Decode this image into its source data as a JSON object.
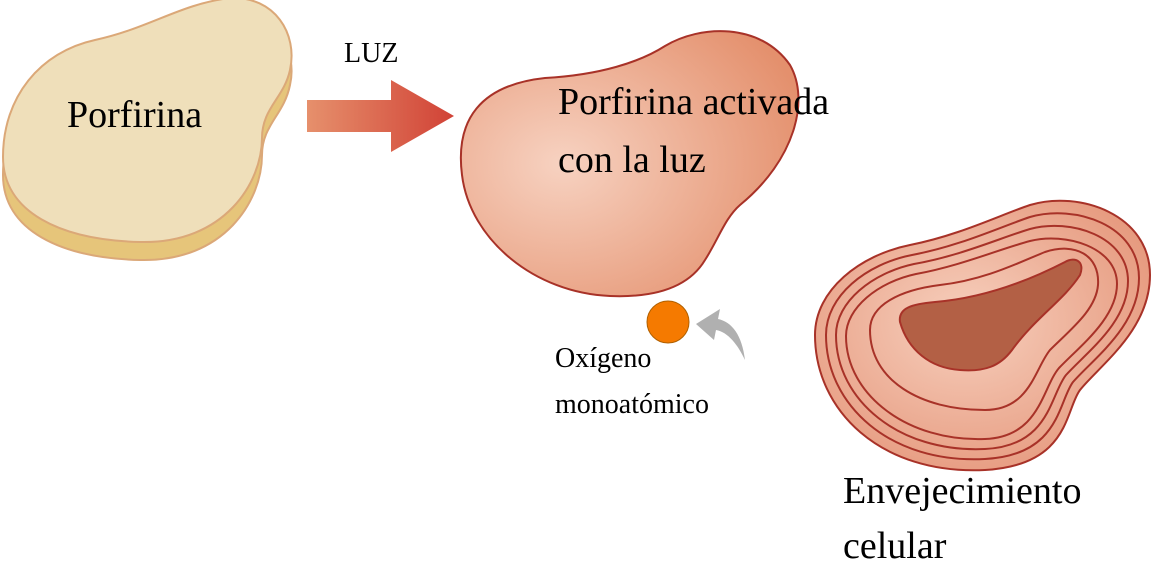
{
  "diagram": {
    "light_label": "LUZ",
    "porphyrin_label": "Porfirina",
    "activated_label": {
      "line1": "Porfirina activada",
      "line2": "con la luz"
    },
    "oxygen_label": {
      "line1": "Oxígeno",
      "line2": "monoatómico"
    },
    "aging_label": {
      "line1": "Envejecimiento",
      "line2": "celular"
    }
  },
  "colors": {
    "porphyrin_fill": "#efdfba",
    "porphyrin_edge": "#e6c57a",
    "porphyrin_stroke": "#dba878",
    "activated_light": "#f7d2c1",
    "activated_dark": "#e4906d",
    "activated_stroke": "#a83228",
    "light_arrow_start": "#e6906c",
    "light_arrow_end": "#d14236",
    "oxygen_atom": "#f57a00",
    "oxygen_arrow": "#b0b0b0",
    "cell_core": "#b36045",
    "cell_stroke": "#a83228"
  },
  "icons": {
    "light_arrow": "arrow-right-icon",
    "oxygen_arrow": "curved-arrow-left-icon",
    "oxygen_atom": "circle-icon"
  }
}
